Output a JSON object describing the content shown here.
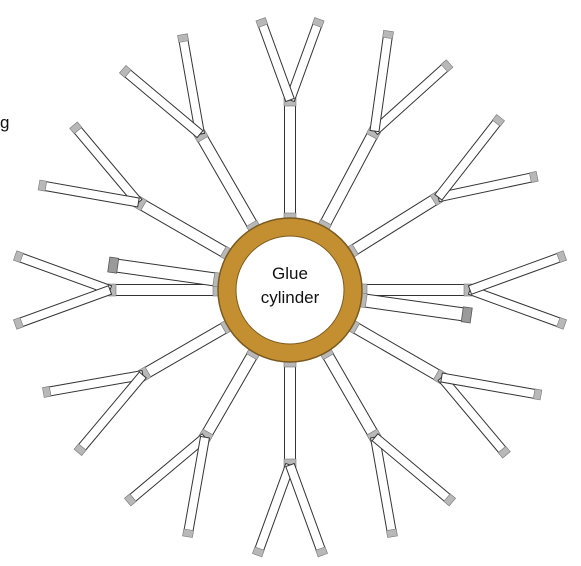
{
  "diagram": {
    "hub_label_line1": "Glue",
    "hub_label_line2": "cylinder",
    "clipped_text": "g"
  },
  "colors": {
    "ring": "#c48f30",
    "ring_edge": "#7a5a20",
    "tube_fill": "#ffffff",
    "tube_stroke": "#333333",
    "connector": "#b8b8b8"
  }
}
